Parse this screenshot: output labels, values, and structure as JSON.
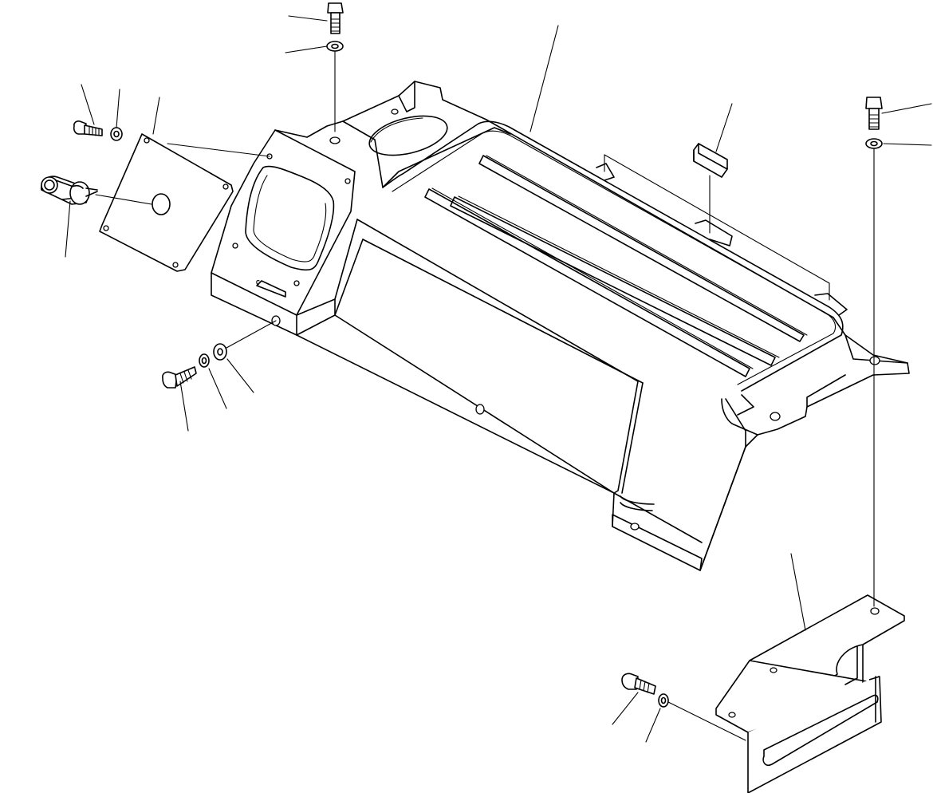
{
  "diagram": {
    "type": "exploded-parts-view",
    "callout_labels": [],
    "parts": [
      "main-tray",
      "side-access-cover",
      "knob-connector",
      "cover-bolt",
      "cover-washer",
      "top-bolt",
      "top-washer",
      "front-bolt",
      "front-washer-small",
      "front-washer-large",
      "clip",
      "right-top-bolt",
      "right-top-washer",
      "mounting-bracket",
      "bracket-bolt",
      "bracket-washer"
    ],
    "colors": {
      "line": "#000000",
      "background": "#ffffff"
    }
  }
}
